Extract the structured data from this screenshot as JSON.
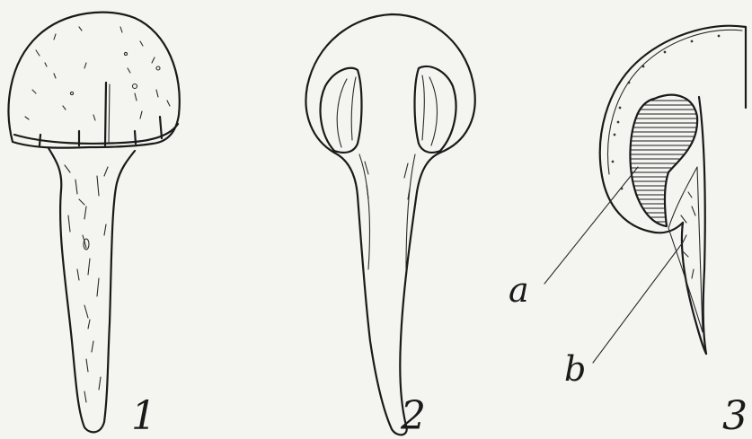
{
  "labels": {
    "figure_1": "1",
    "figure_2": "2",
    "figure_3": "3",
    "part_a": "a",
    "part_b": "b"
  },
  "colors": {
    "paper": "#f4f4f1",
    "ink": "#1a1a1a"
  }
}
